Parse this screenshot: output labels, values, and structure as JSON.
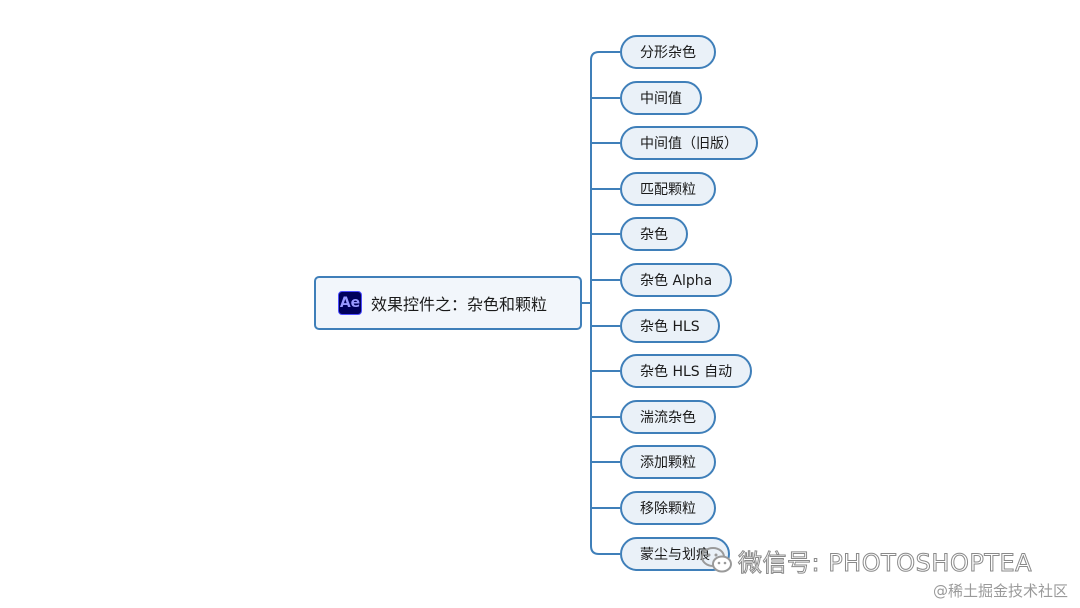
{
  "root": {
    "label": "效果控件之：杂色和颗粒",
    "logo_text": "Ae"
  },
  "children": [
    "分形杂色",
    "中间值",
    "中间值（旧版）",
    "匹配颗粒",
    "杂色",
    "杂色 Alpha",
    "杂色  HLS",
    "杂色 HLS 自动",
    "湍流杂色",
    "添加颗粒",
    "移除颗粒",
    "蒙尘与划痕"
  ],
  "watermark": {
    "text": "微信号: PHOTOSHOPTEA",
    "icon": "wechat-icon"
  },
  "sub_watermark": "@稀土掘金技术社区",
  "colors": {
    "node_border": "#3f7fb9",
    "node_fill": "#eaf1f8",
    "ae_logo_bg": "#00005b"
  }
}
